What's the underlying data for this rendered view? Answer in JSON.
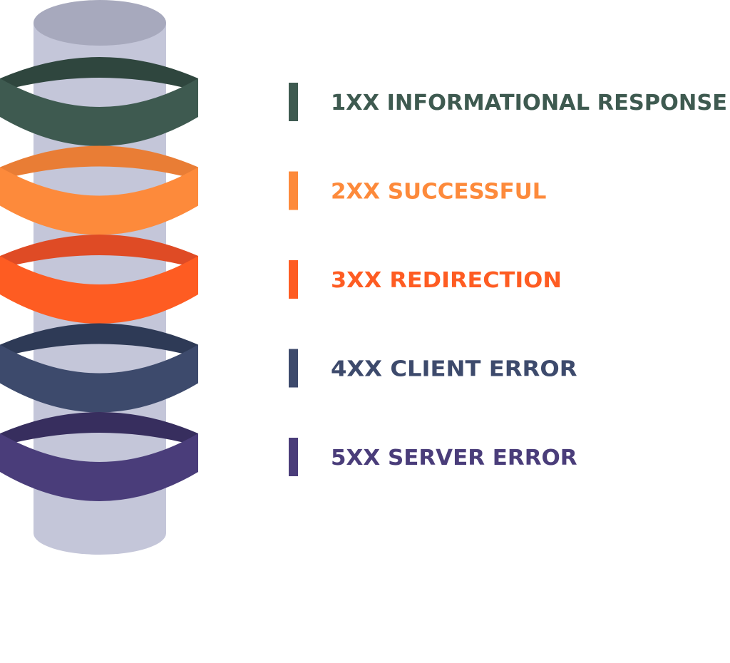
{
  "colors": {
    "cylinder_body": "#c4c6d9",
    "cylinder_top": "#a7a9bd",
    "background": "#ffffff"
  },
  "categories": [
    {
      "label": "1XX INFORMATIONAL RESPONSE",
      "color": "#3e5a50",
      "inner_color": "#2f463e",
      "icon": "band-marker"
    },
    {
      "label": "2XX SUCCESSFUL",
      "color": "#fd8a3b",
      "inner_color": "#e97d35",
      "icon": "band-marker"
    },
    {
      "label": "3XX REDIRECTION",
      "color": "#fe5c22",
      "inner_color": "#df4b25",
      "icon": "band-marker"
    },
    {
      "label": "4XX CLIENT ERROR",
      "color": "#3d4a6c",
      "inner_color": "#2e3a56",
      "icon": "band-marker"
    },
    {
      "label": "5XX SERVER ERROR",
      "color": "#4a3d7a",
      "inner_color": "#372e5e",
      "icon": "band-marker"
    }
  ]
}
